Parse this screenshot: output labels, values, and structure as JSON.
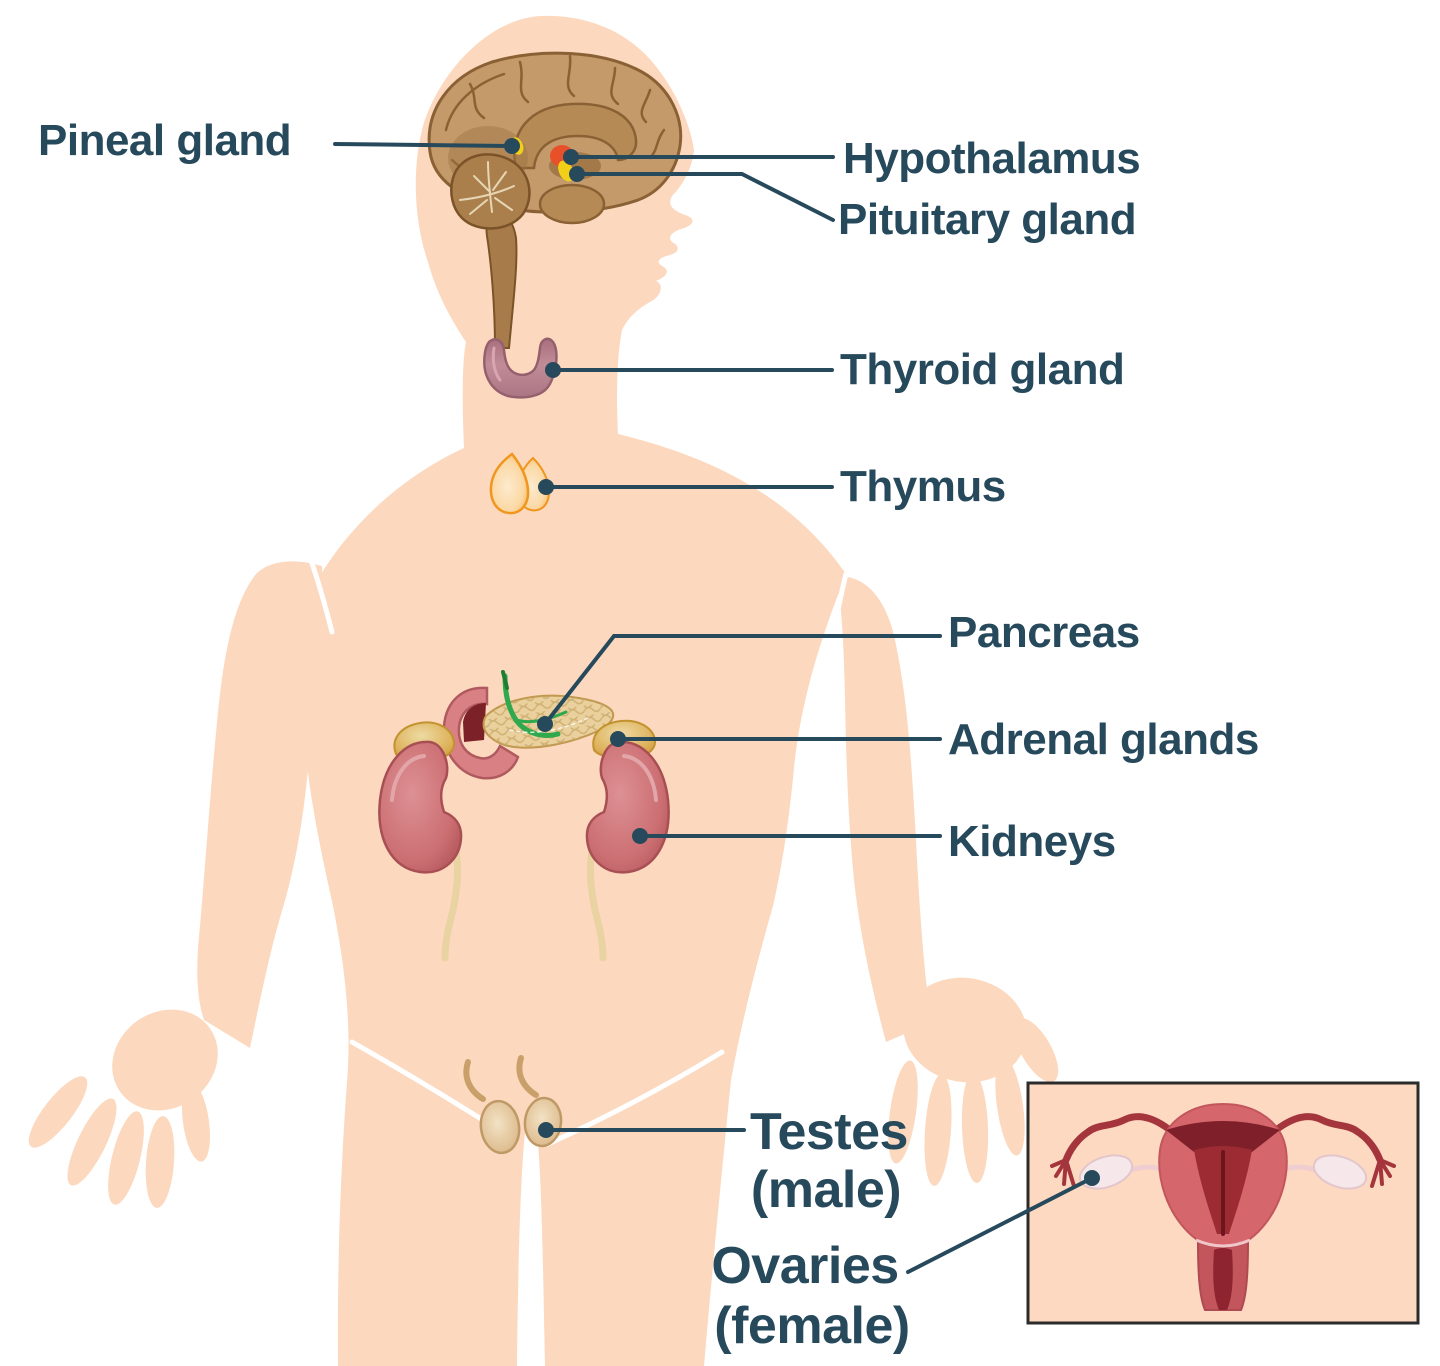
{
  "labels": {
    "pineal": "Pineal gland",
    "hypothalamus": "Hypothalamus",
    "pituitary": "Pituitary gland",
    "thyroid": "Thyroid gland",
    "thymus": "Thymus",
    "pancreas": "Pancreas",
    "adrenal": "Adrenal glands",
    "kidneys": "Kidneys",
    "testes_line1": "Testes",
    "testes_line2": "(male)",
    "ovaries_line1": "Ovaries",
    "ovaries_line2": "(female)"
  },
  "colors": {
    "background": "#ffffff",
    "label_text": "#27495c",
    "leader_line": "#27495c",
    "body_skin": "#fcd9be",
    "brain": "#c59a6b",
    "brain_outline": "#8a6134",
    "cerebellum": "#aa7f4c",
    "pineal_marker": "#f2d018",
    "hypothalamus_marker": "#e8502a",
    "pituitary_marker": "#f2d018",
    "thyroid": "#bd8490",
    "thymus": "#f6a93e",
    "pancreas": "#e9d09c",
    "duodenum": "#d98084",
    "adrenal": "#d9ac51",
    "kidney": "#cd7175",
    "ureter": "#e9d3a2",
    "testis": "#e0c094",
    "inset_background": "#fcd9c0",
    "inset_border": "#2b2b2b",
    "uterus": "#d4666c",
    "uterus_cavity": "#8e2430",
    "fallopian_tube": "#a5353c",
    "ovary": "#f6e8ea"
  }
}
